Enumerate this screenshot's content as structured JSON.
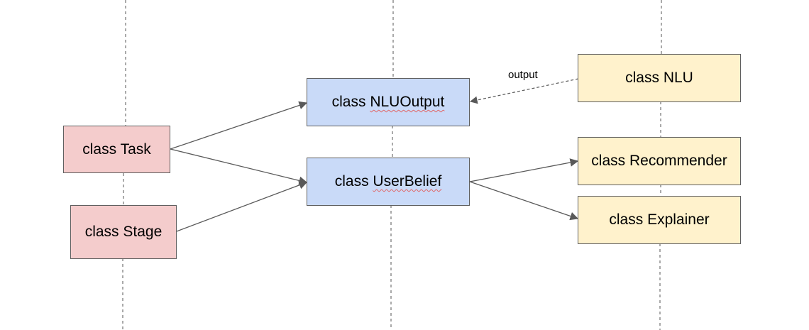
{
  "diagram": {
    "nodes": {
      "task": {
        "prefix": "class ",
        "name": "Task",
        "color": "#f4cccc"
      },
      "stage": {
        "prefix": "class ",
        "name": "Stage",
        "color": "#f4cccc"
      },
      "nlu_output": {
        "prefix": "class ",
        "name": "NLUOutput",
        "color": "#c9daf8"
      },
      "user_belief": {
        "prefix": "class ",
        "name": "UserBelief",
        "color": "#c9daf8"
      },
      "nlu": {
        "prefix": "class ",
        "name": "NLU",
        "color": "#fff2cc"
      },
      "recommender": {
        "prefix": "class ",
        "name": "Recommender",
        "color": "#fff2cc"
      },
      "explainer": {
        "prefix": "class ",
        "name": "Explainer",
        "color": "#fff2cc"
      }
    },
    "edges": [
      {
        "from": "task",
        "to": "nlu_output",
        "style": "solid",
        "label": ""
      },
      {
        "from": "task",
        "to": "user_belief",
        "style": "solid",
        "label": ""
      },
      {
        "from": "stage",
        "to": "user_belief",
        "style": "solid",
        "label": ""
      },
      {
        "from": "user_belief",
        "to": "recommender",
        "style": "solid",
        "label": ""
      },
      {
        "from": "user_belief",
        "to": "explainer",
        "style": "solid",
        "label": ""
      },
      {
        "from": "nlu",
        "to": "nlu_output",
        "style": "dashed",
        "label": "output"
      }
    ],
    "edge_labels": {
      "output": "output"
    },
    "colors": {
      "stroke": "#595959",
      "lane_line": "#555555"
    }
  }
}
